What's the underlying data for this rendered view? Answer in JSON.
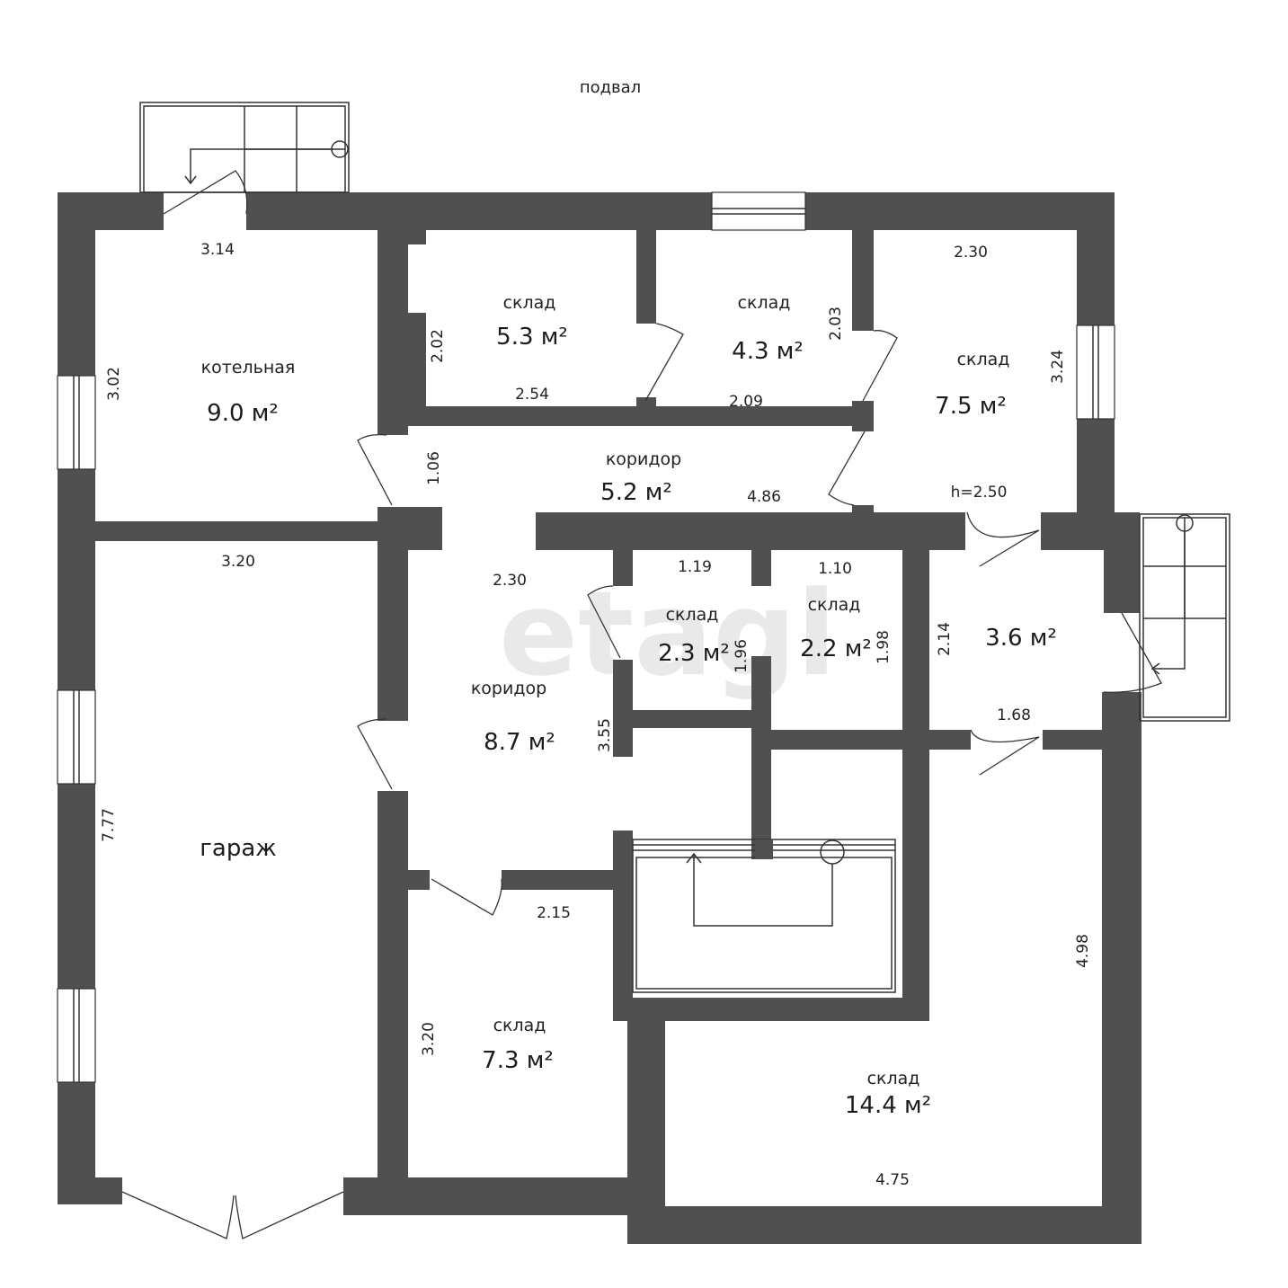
{
  "page_title": "подвал",
  "watermark": "etagi",
  "rooms": {
    "boiler": {
      "name": "котельная",
      "area": "9.0 м²"
    },
    "store_a": {
      "name": "склад",
      "area": "5.3 м²"
    },
    "store_b": {
      "name": "склад",
      "area": "4.3 м²"
    },
    "store_c": {
      "name": "склад",
      "area": "7.5 м²",
      "height": "h=2.50"
    },
    "corridor_top": {
      "name": "коридор",
      "area": "5.2 м²"
    },
    "corridor_main": {
      "name": "коридор",
      "area": "8.7 м²"
    },
    "store_d": {
      "name": "склад",
      "area": "2.3 м²"
    },
    "store_e": {
      "name": "склад",
      "area": "2.2 м²"
    },
    "hall": {
      "area": "3.6 м²"
    },
    "garage": {
      "name": "гараж"
    },
    "store_f": {
      "name": "склад",
      "area": "7.3 м²"
    },
    "store_g": {
      "name": "склад",
      "area": "14.4 м²"
    }
  },
  "dimensions": {
    "boiler_w": "3.14",
    "boiler_h": "3.02",
    "store_a_h": "2.02",
    "store_a_w": "2.54",
    "store_b_w": "2.09",
    "store_b_h": "2.03",
    "store_c_w": "2.30",
    "store_c_h": "3.24",
    "corr_top_h": "1.06",
    "corr_top_w": "4.86",
    "garage_w": "3.20",
    "garage_h": "7.77",
    "corr_w": "2.30",
    "store_d_w": "1.19",
    "store_d_h": "1.96",
    "store_e_w": "1.10",
    "store_e_h": "1.98",
    "hall_h": "2.14",
    "hall_w": "1.68",
    "corr_h": "3.55",
    "store_f_w": "2.15",
    "store_f_h": "3.20",
    "store_g_h": "4.98",
    "store_g_w": "4.75"
  }
}
